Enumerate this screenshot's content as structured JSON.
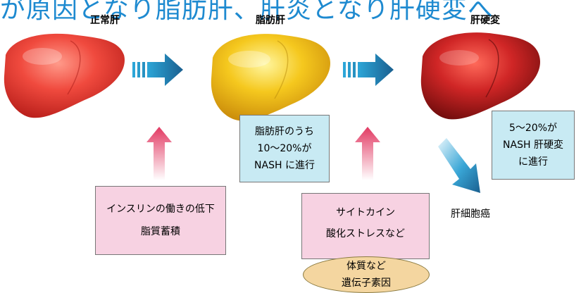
{
  "banner": "が原因となり脂肪肝、肝炎となり肝硬変へ",
  "stages": {
    "normal": "正常肝",
    "fatty": "脂肪肝",
    "cirrhosis": "肝硬変"
  },
  "box_fatty_progress": [
    "脂肪肝のうち",
    "10〜20%が",
    "NASH に進行"
  ],
  "box_cirrhosis_progress": [
    "5〜20%が",
    "NASH 肝硬変",
    "に進行"
  ],
  "box_insulin": [
    "インスリンの働きの低下",
    "脂質蓄積"
  ],
  "box_cytokine": [
    "サイトカイン",
    "酸化ストレスなど"
  ],
  "oval_constitution": [
    "体質など",
    "遺伝子素因"
  ],
  "outcome": "肝細胞癌",
  "colors": {
    "normal_liver": "#e8423a",
    "fatty_liver": "#f0c21a",
    "cirrhosis_liver": "#c81e1e",
    "process_arrow": "#1f7fae",
    "cause_arrow": "#e23a63",
    "box_blue": "#c8eaf3",
    "box_pink": "#f7d2e2",
    "oval": "#f4d6a0"
  }
}
